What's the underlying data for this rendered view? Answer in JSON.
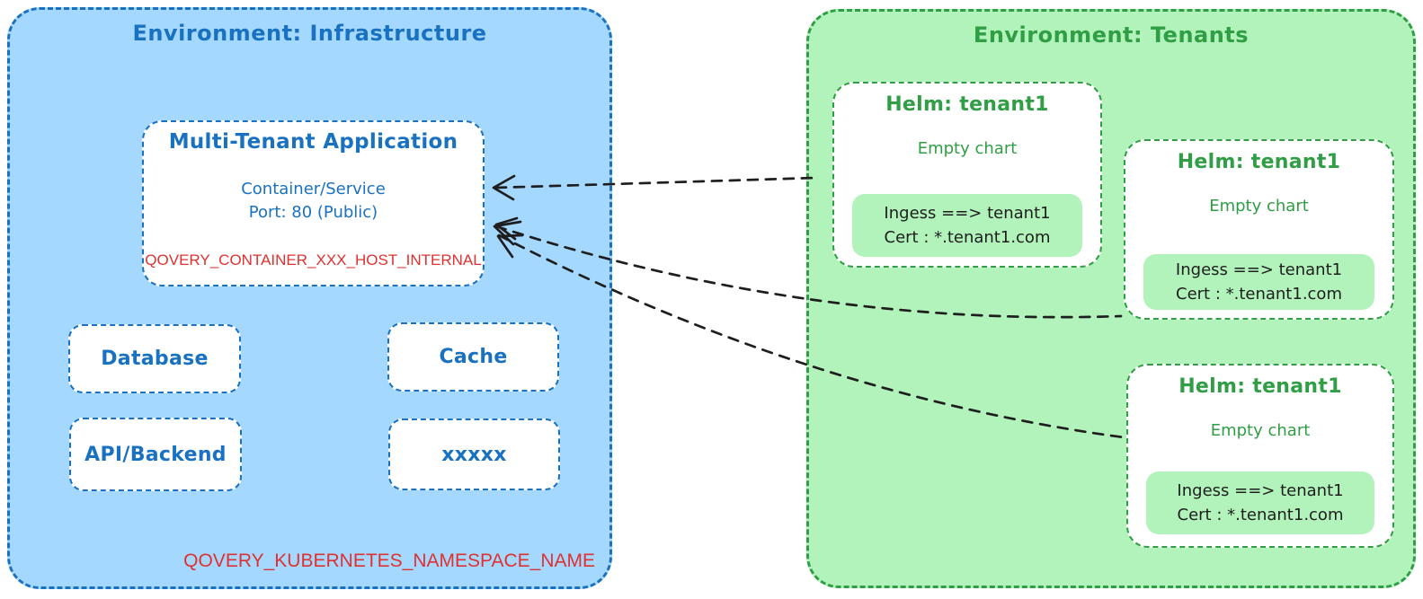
{
  "colors": {
    "blue_stroke": "#1971c2",
    "blue_fill": "#a5d8ff",
    "green_stroke": "#2f9e44",
    "green_fill": "#b2f2bb",
    "red": "#e03131",
    "ink": "#1e1e1e",
    "node_fill": "#ffffff"
  },
  "infrastructure": {
    "title": "Environment: Infrastructure",
    "app": {
      "title": "Multi-Tenant Application",
      "service_line1": "Container/Service",
      "service_line2": "Port: 80 (Public)",
      "host_env_var": "QOVERY_CONTAINER_XXX_HOST_INTERNAL"
    },
    "services": [
      {
        "label": "Database"
      },
      {
        "label": "Cache"
      },
      {
        "label": "API/Backend"
      },
      {
        "label": "xxxxx"
      }
    ],
    "namespace_env_var": "QOVERY_KUBERNETES_NAMESPACE_NAME"
  },
  "tenants": {
    "title": "Environment: Tenants",
    "charts": [
      {
        "title": "Helm: tenant1",
        "body": "Empty chart",
        "ingress_line": "Ingess ==> tenant1",
        "cert_line": "Cert : *.tenant1.com"
      },
      {
        "title": "Helm: tenant1",
        "body": "Empty chart",
        "ingress_line": "Ingess ==> tenant1",
        "cert_line": "Cert : *.tenant1.com"
      },
      {
        "title": "Helm: tenant1",
        "body": "Empty chart",
        "ingress_line": "Ingess ==> tenant1",
        "cert_line": "Cert : *.tenant1.com"
      }
    ]
  }
}
